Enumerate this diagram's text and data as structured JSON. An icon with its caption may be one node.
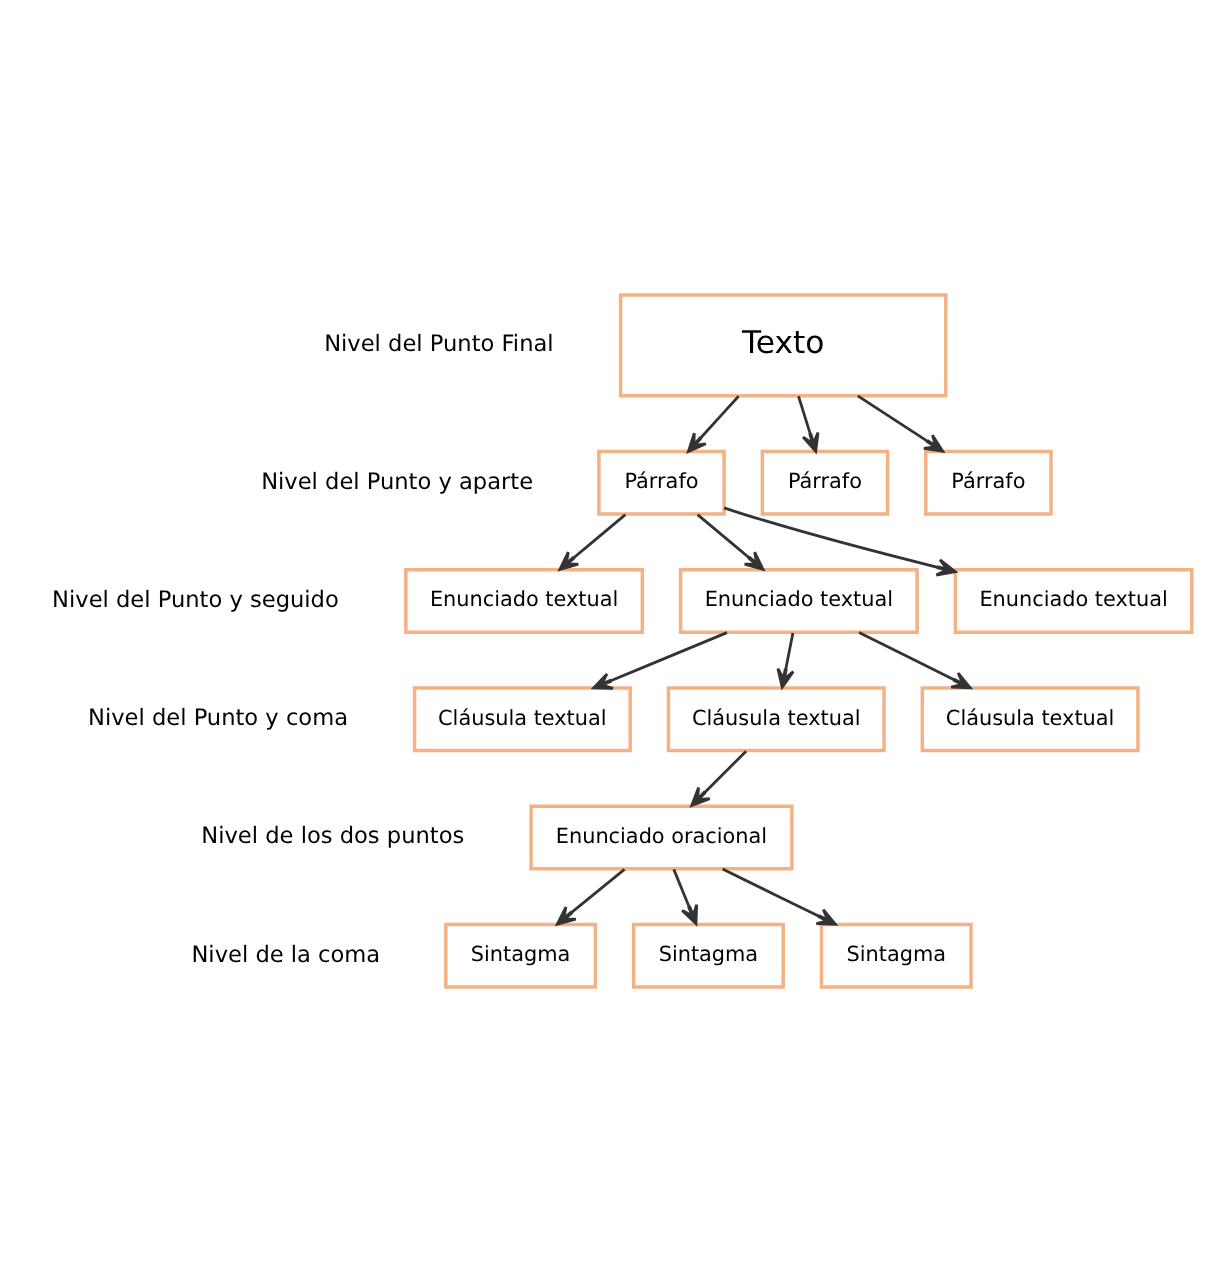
{
  "diagram": {
    "nodes": [
      {
        "text": [
          "Texto"
        ]
      },
      {
        "text": [
          "Párrafo"
        ]
      },
      {
        "text": [
          "Párrafo"
        ]
      },
      {
        "text": [
          "Párrafo"
        ]
      },
      {
        "text": [
          "Enunciado textual"
        ]
      },
      {
        "text": [
          "Enunciado textual"
        ]
      },
      {
        "text": [
          "Enunciado textual"
        ]
      },
      {
        "text": [
          "Cláusula textual"
        ]
      },
      {
        "text": [
          "Cláusula textual"
        ]
      },
      {
        "text": [
          "Cláusula textual"
        ]
      },
      {
        "text": [
          "Enunciado oracional"
        ]
      },
      {
        "text": [
          "Sintagma"
        ]
      },
      {
        "text": [
          "Sintagma"
        ]
      },
      {
        "text": [
          "Sintagma"
        ]
      }
    ],
    "edges": [
      {
        "from": 0,
        "to": 1,
        "arrow": "to"
      },
      {
        "from": 0,
        "to": 2,
        "arrow": "to"
      },
      {
        "from": 0,
        "to": 3,
        "arrow": "to"
      },
      {
        "from": 1,
        "to": 4,
        "arrow": "to"
      },
      {
        "from": 1,
        "to": 5,
        "arrow": "to"
      },
      {
        "from": 1,
        "to": 6,
        "arrow": "to"
      },
      {
        "from": 5,
        "to": 7,
        "arrow": "to"
      },
      {
        "from": 5,
        "to": 8,
        "arrow": "to"
      },
      {
        "from": 5,
        "to": 9,
        "arrow": "to"
      },
      {
        "from": 8,
        "to": 10,
        "arrow": "to"
      },
      {
        "from": 10,
        "to": 11,
        "arrow": "to"
      },
      {
        "from": 10,
        "to": 12,
        "arrow": "to"
      },
      {
        "from": 10,
        "to": 13,
        "arrow": "to"
      }
    ],
    "labels": [
      "Nivel del Punto Final",
      "Nivel del Punto y aparte",
      "Nivel del Punto y seguido",
      "Nivel del Punto y coma",
      "Nivel de los dos puntos",
      "Nivel de la coma"
    ]
  }
}
